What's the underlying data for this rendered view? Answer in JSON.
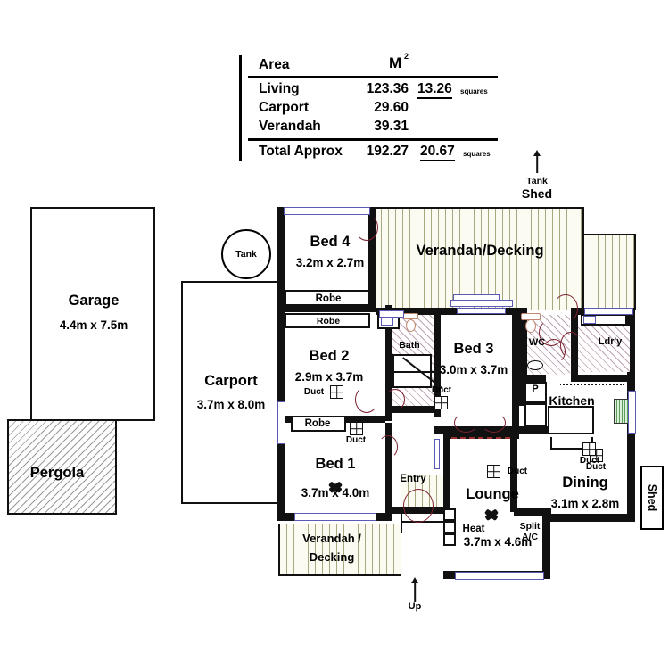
{
  "area_table": {
    "header_label": "Area",
    "header_unit": "M",
    "header_unit_sup": "2",
    "rows": [
      {
        "label": "Living",
        "m2": "123.36",
        "squares": "13.26",
        "squares_unit": "squares"
      },
      {
        "label": "Carport",
        "m2": "29.60",
        "squares": "",
        "squares_unit": ""
      },
      {
        "label": "Verandah",
        "m2": "39.31",
        "squares": "",
        "squares_unit": ""
      }
    ],
    "total": {
      "label": "Total Approx",
      "m2": "192.27",
      "squares": "20.67",
      "squares_unit": "squares"
    }
  },
  "outdoor": {
    "garage": {
      "name": "Garage",
      "dim": "4.4m x 7.5m"
    },
    "pergola": {
      "name": "Pergola"
    },
    "carport": {
      "name": "Carport",
      "dim": "3.7m x 8.0m"
    },
    "tank": {
      "name": "Tank"
    },
    "tank_shed": {
      "tank": "Tank",
      "shed": "Shed"
    },
    "shed_right": {
      "name": "Shed"
    }
  },
  "rooms": [
    {
      "key": "bed4",
      "name": "Bed 4",
      "dim": "3.2m x 2.7m"
    },
    {
      "key": "bed2",
      "name": "Bed 2",
      "dim": "2.9m x 3.7m"
    },
    {
      "key": "bed3",
      "name": "Bed 3",
      "dim": "3.0m x 3.7m"
    },
    {
      "key": "bed1",
      "name": "Bed 1",
      "dim": "3.7m x 4.0m"
    },
    {
      "key": "lounge",
      "name": "Lounge",
      "dim": "3.7m x 4.6m"
    },
    {
      "key": "dining",
      "name": "Dining",
      "dim": "3.1m x 2.8m"
    },
    {
      "key": "kitchen",
      "name": "Kitchen",
      "dim": ""
    },
    {
      "key": "bath",
      "name": "Bath",
      "dim": ""
    },
    {
      "key": "wc",
      "name": "WC",
      "dim": ""
    },
    {
      "key": "laundry",
      "name": "Ldr'y",
      "dim": ""
    },
    {
      "key": "pantry",
      "name": "P",
      "dim": ""
    },
    {
      "key": "entry",
      "name": "Entry",
      "dim": ""
    }
  ],
  "labels": {
    "verandah_decking_top": "Verandah/Decking",
    "verandah_decking_bottom_l1": "Verandah /",
    "verandah_decking_bottom_l2": "Decking",
    "robe": "Robe",
    "duct": "Duct",
    "heat": "Heat",
    "split_ac_l1": "Split",
    "split_ac_l2": "A/C",
    "up": "Up"
  },
  "colors": {
    "wall": "#111111",
    "decking_plank": "#a8a880",
    "decking_bg": "#fbfbf2",
    "tile_hatch": "#b9a4b4",
    "pergola_hatch": "#9a9a9a",
    "window_outline": "#5a5ab4",
    "door_swing": "#7d2230",
    "appliance_green": "#5d9c5d",
    "page_bg": "#ffffff"
  }
}
